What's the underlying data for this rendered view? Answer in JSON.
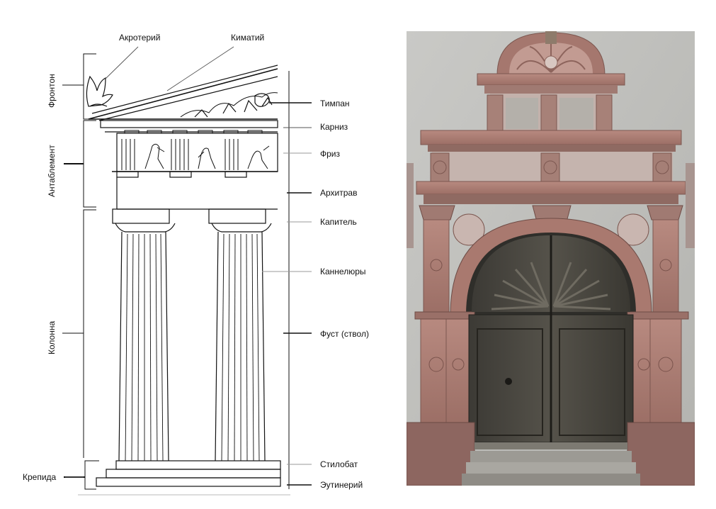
{
  "labels": {
    "akroterij": "Акротерий",
    "kimatij": "Киматий",
    "timpan": "Тимпан",
    "karniz": "Карниз",
    "friz": "Фриз",
    "arhitrav": "Архитрав",
    "kapitel": "Капитель",
    "kannelyury": "Каннелюры",
    "fust": "Фуст (ствол)",
    "stilobat": "Стилобат",
    "eutinerij": "Эутинерий",
    "krepida": "Крепида"
  },
  "side_labels": {
    "fronton": "Фронтон",
    "antablement": "Антаблемент",
    "kolonna": "Колонна"
  }
}
